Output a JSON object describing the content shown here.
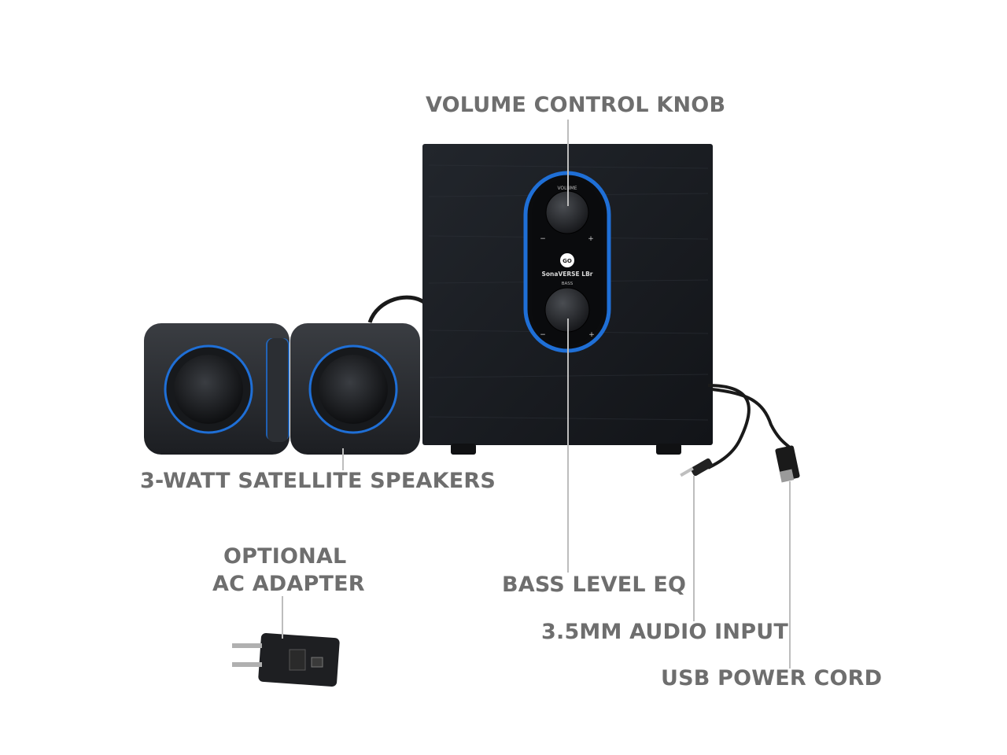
{
  "callouts": {
    "volume_knob": "VOLUME CONTROL KNOB",
    "satellite_speakers": "3-WATT SATELLITE SPEAKERS",
    "optional": "OPTIONAL",
    "ac_adapter": "AC ADAPTER",
    "bass_eq": "BASS LEVEL EQ",
    "audio_input": "3.5MM AUDIO INPUT",
    "usb_cord": "USB POWER CORD"
  },
  "panel": {
    "volume_label": "VOLUME",
    "bass_label": "BASS",
    "minus": "−",
    "plus": "+",
    "logo_text": "GO",
    "model": "SonaVERSE LBr"
  },
  "colors": {
    "accent_blue": "#1f6fd6",
    "label_gray": "#6e6e6e",
    "cabinet": "#1a1d22"
  }
}
